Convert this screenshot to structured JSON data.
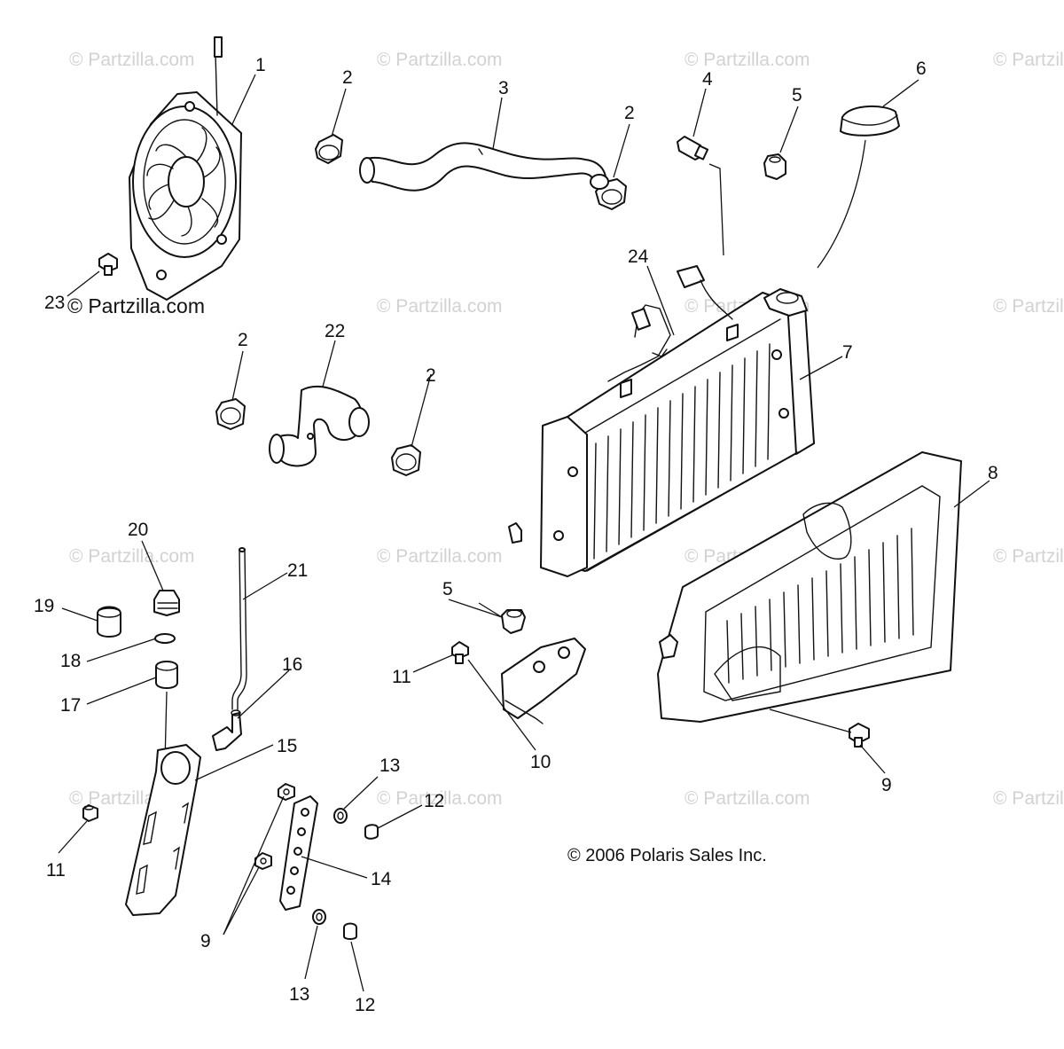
{
  "watermark": "© Partzilla.com",
  "copyright": "© 2006 Polaris Sales Inc.",
  "callouts": [
    {
      "label": "1"
    },
    {
      "label": "2"
    },
    {
      "label": "3"
    },
    {
      "label": "2"
    },
    {
      "label": "4"
    },
    {
      "label": "5"
    },
    {
      "label": "6"
    },
    {
      "label": "23"
    },
    {
      "label": "24"
    },
    {
      "label": "2"
    },
    {
      "label": "22"
    },
    {
      "label": "2"
    },
    {
      "label": "7"
    },
    {
      "label": "8"
    },
    {
      "label": "20"
    },
    {
      "label": "21"
    },
    {
      "label": "19"
    },
    {
      "label": "5"
    },
    {
      "label": "18"
    },
    {
      "label": "16"
    },
    {
      "label": "11"
    },
    {
      "label": "17"
    },
    {
      "label": "15"
    },
    {
      "label": "10"
    },
    {
      "label": "9"
    },
    {
      "label": "13"
    },
    {
      "label": "12"
    },
    {
      "label": "11"
    },
    {
      "label": "14"
    },
    {
      "label": "9"
    },
    {
      "label": "13"
    },
    {
      "label": "12"
    }
  ]
}
